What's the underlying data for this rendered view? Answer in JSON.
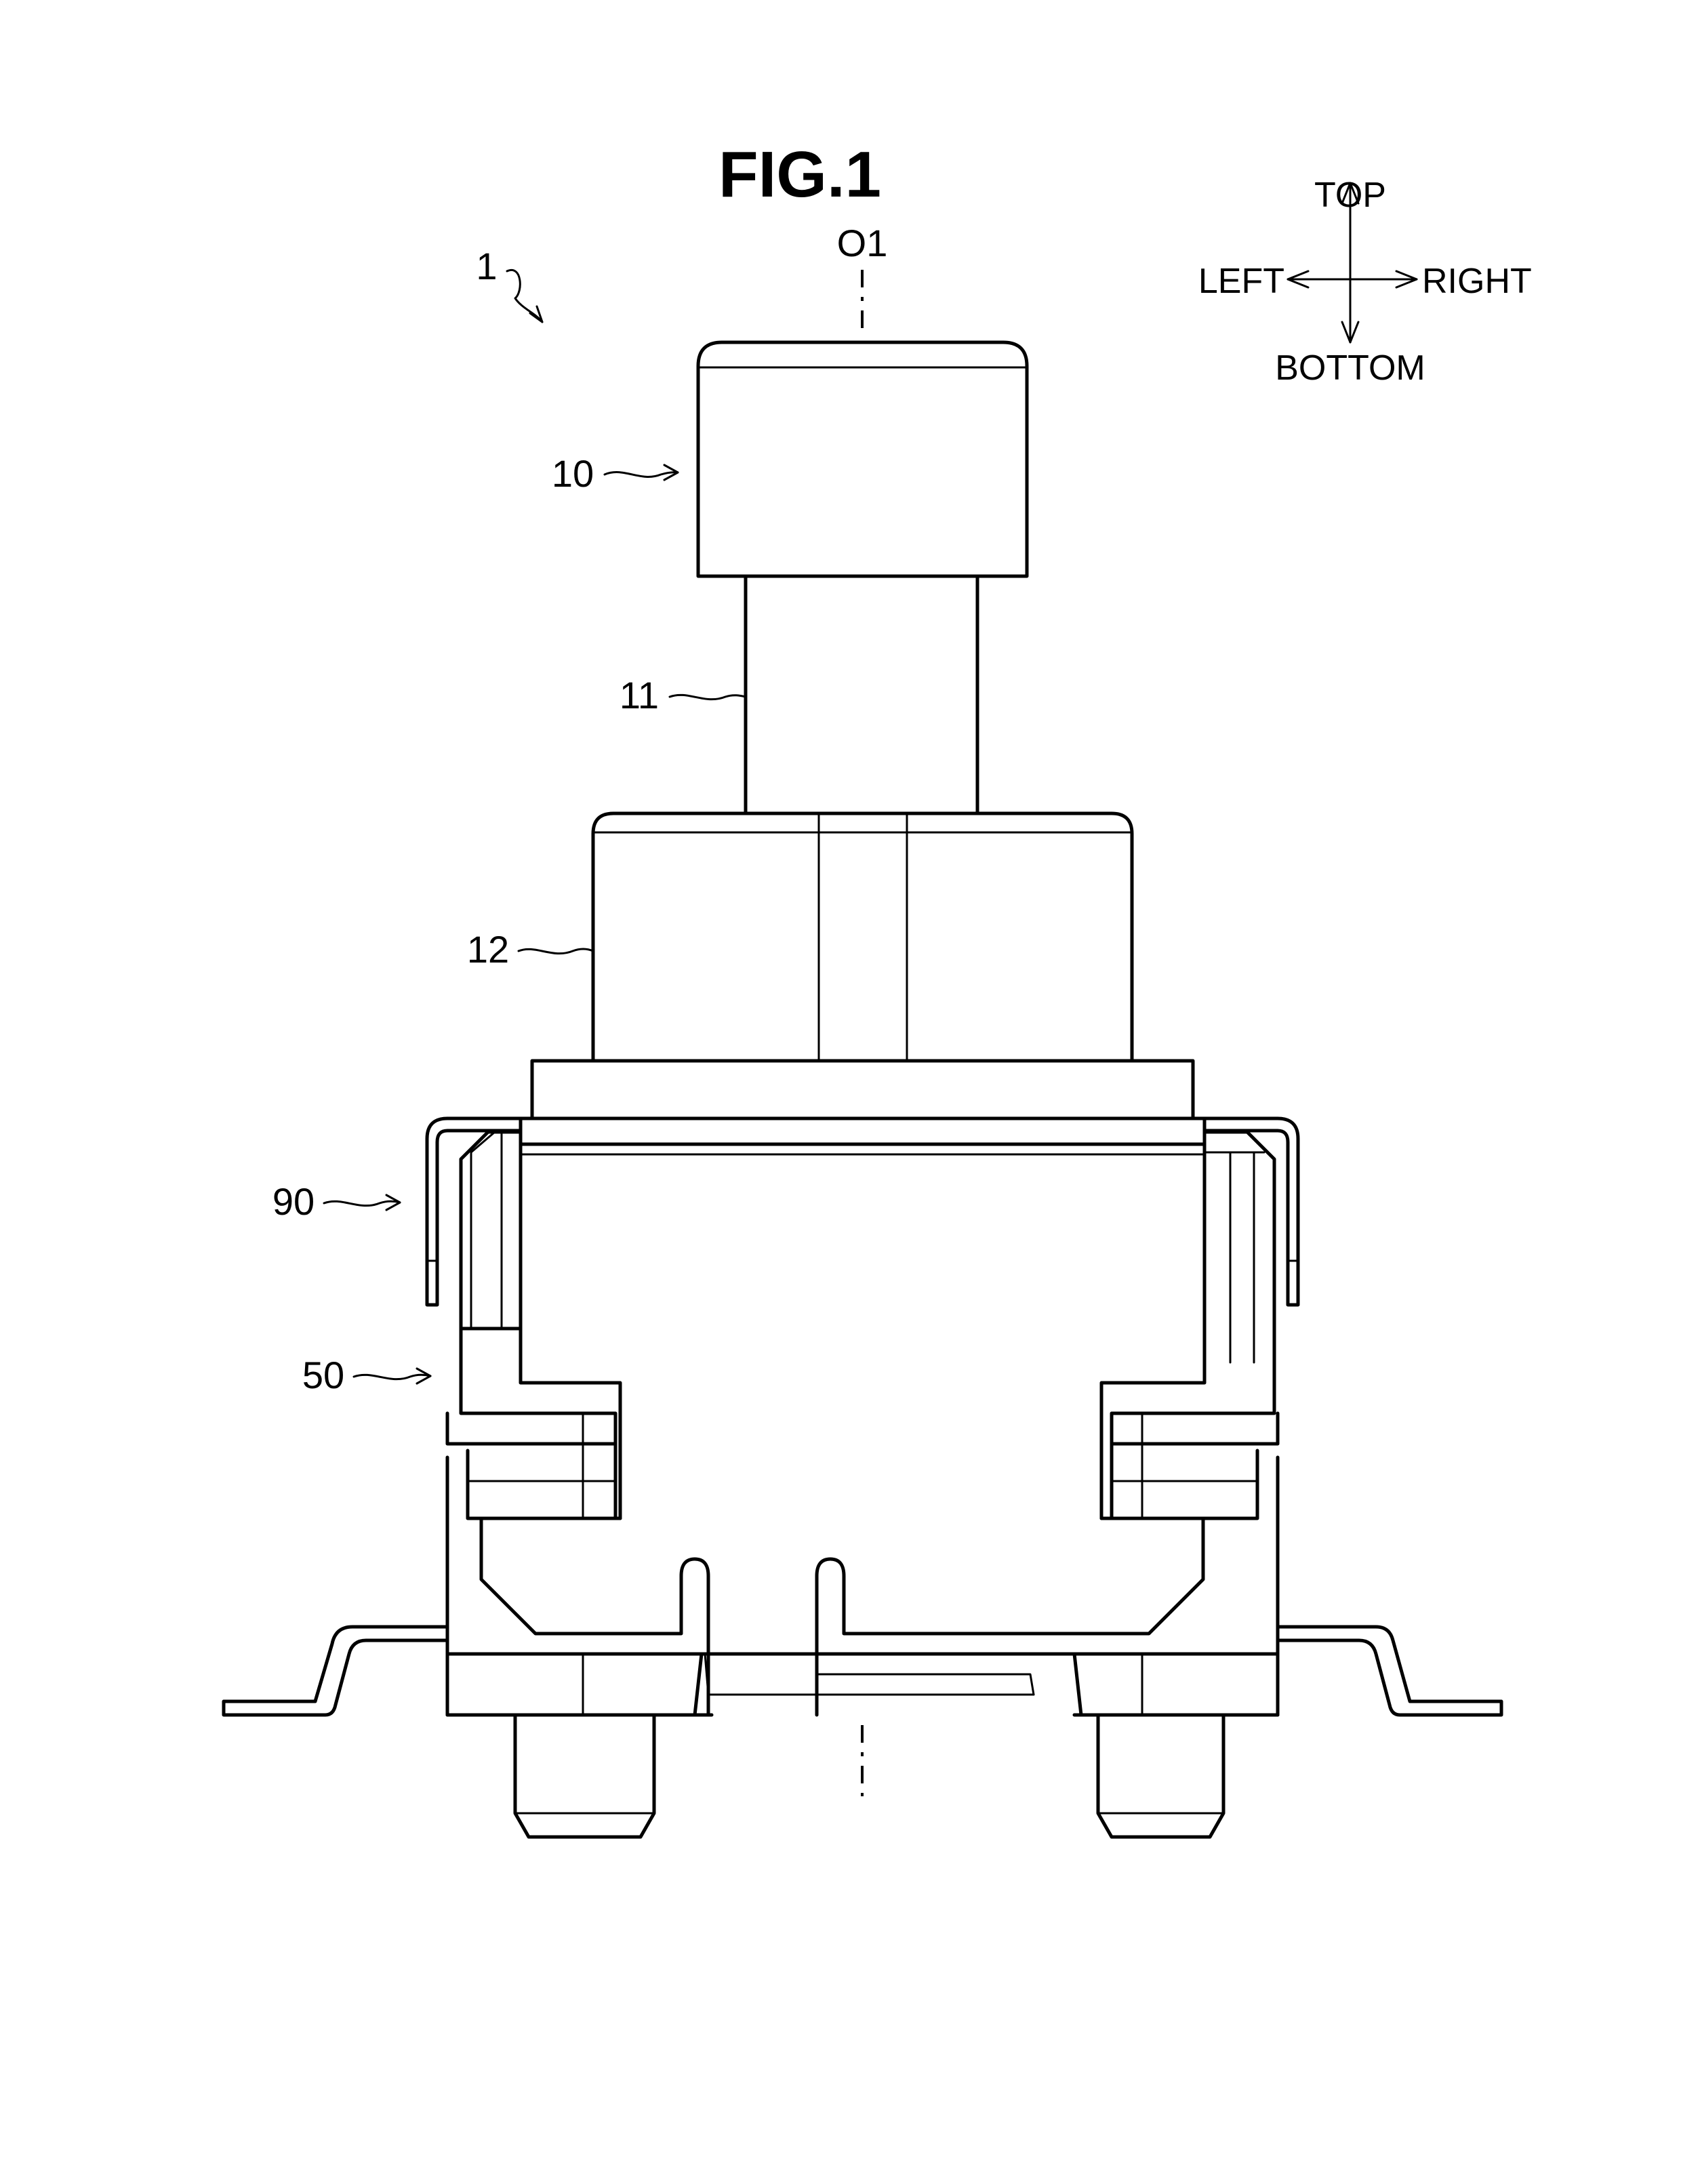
{
  "figure": {
    "title": "FIG.1",
    "axis_label": "O1",
    "assembly_ref": "1"
  },
  "compass": {
    "top": "TOP",
    "bottom": "BOTTOM",
    "left": "LEFT",
    "right": "RIGHT"
  },
  "reference_numerals": {
    "operating_knob": "10",
    "shaft": "11",
    "housing_upper": "12",
    "bracket": "90",
    "case": "50"
  },
  "colors": {
    "line": "#000000",
    "background": "#ffffff"
  }
}
